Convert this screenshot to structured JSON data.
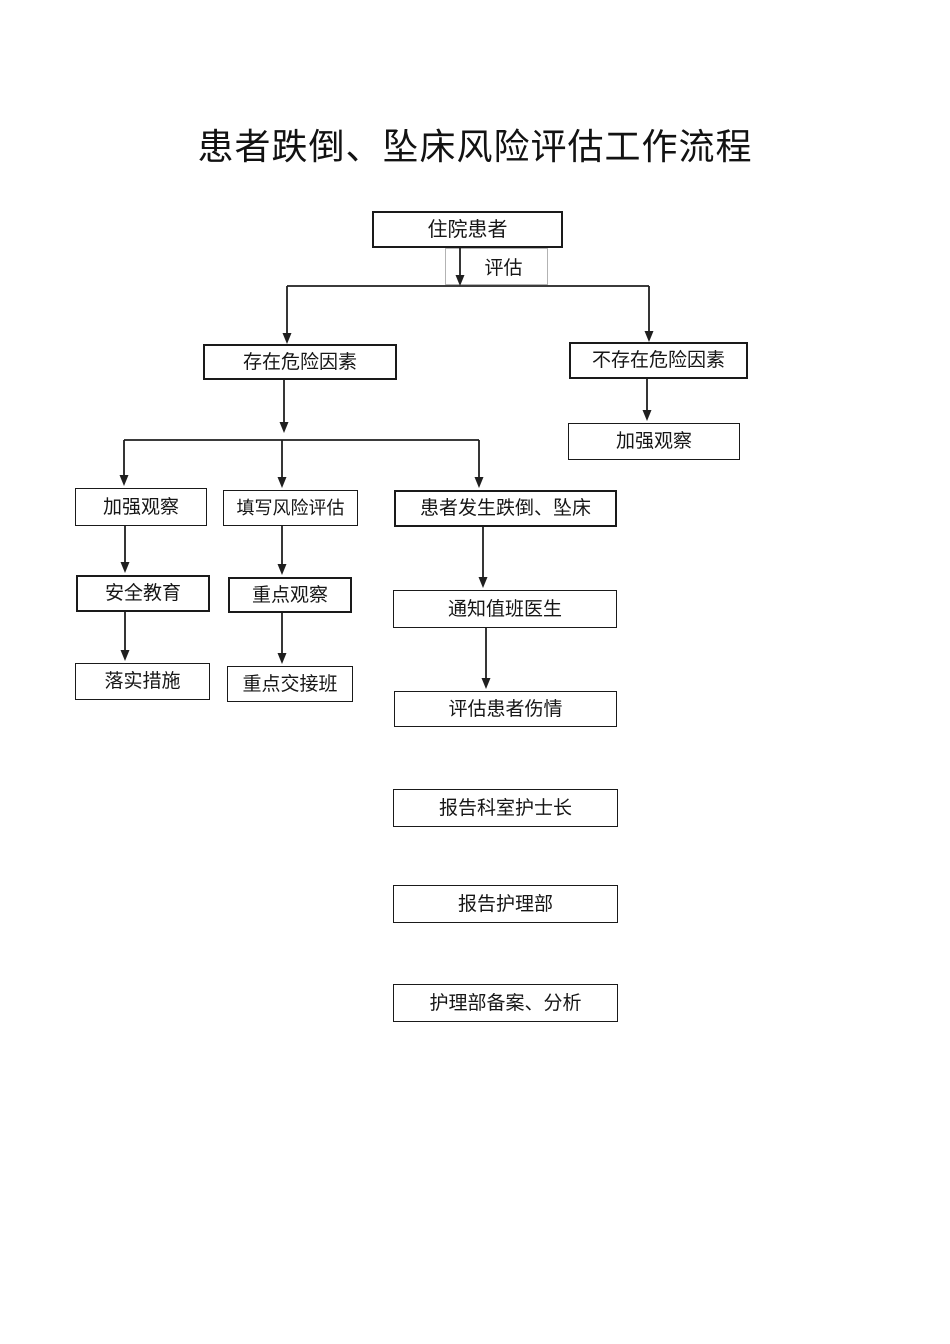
{
  "page": {
    "title": "患者跌倒、坠床风险评估工作流程"
  },
  "flowchart": {
    "edge_label": "评估",
    "nodes": {
      "inpatient": "住院患者",
      "risk_present": "存在危险因素",
      "risk_absent": "不存在危险因素",
      "observe_more_right": "加强观察",
      "observe_more_left": "加强观察",
      "fill_assessment": "填写风险评估",
      "fall_event": "患者发生跌倒、坠床",
      "safety_education": "安全教育",
      "key_observation": "重点观察",
      "implement_measures": "落实措施",
      "key_handover": "重点交接班",
      "notify_doctor": "通知值班医生",
      "assess_injury": "评估患者伤情",
      "report_head_nurse": "报告科室护士长",
      "report_nursing_dept": "报告护理部",
      "dept_record_analysis": "护理部备案、分析"
    },
    "colors": {
      "line": "#1f1f1f",
      "box_border": "#1a1a1a",
      "eval_label_border": "#b3b3b3"
    }
  }
}
